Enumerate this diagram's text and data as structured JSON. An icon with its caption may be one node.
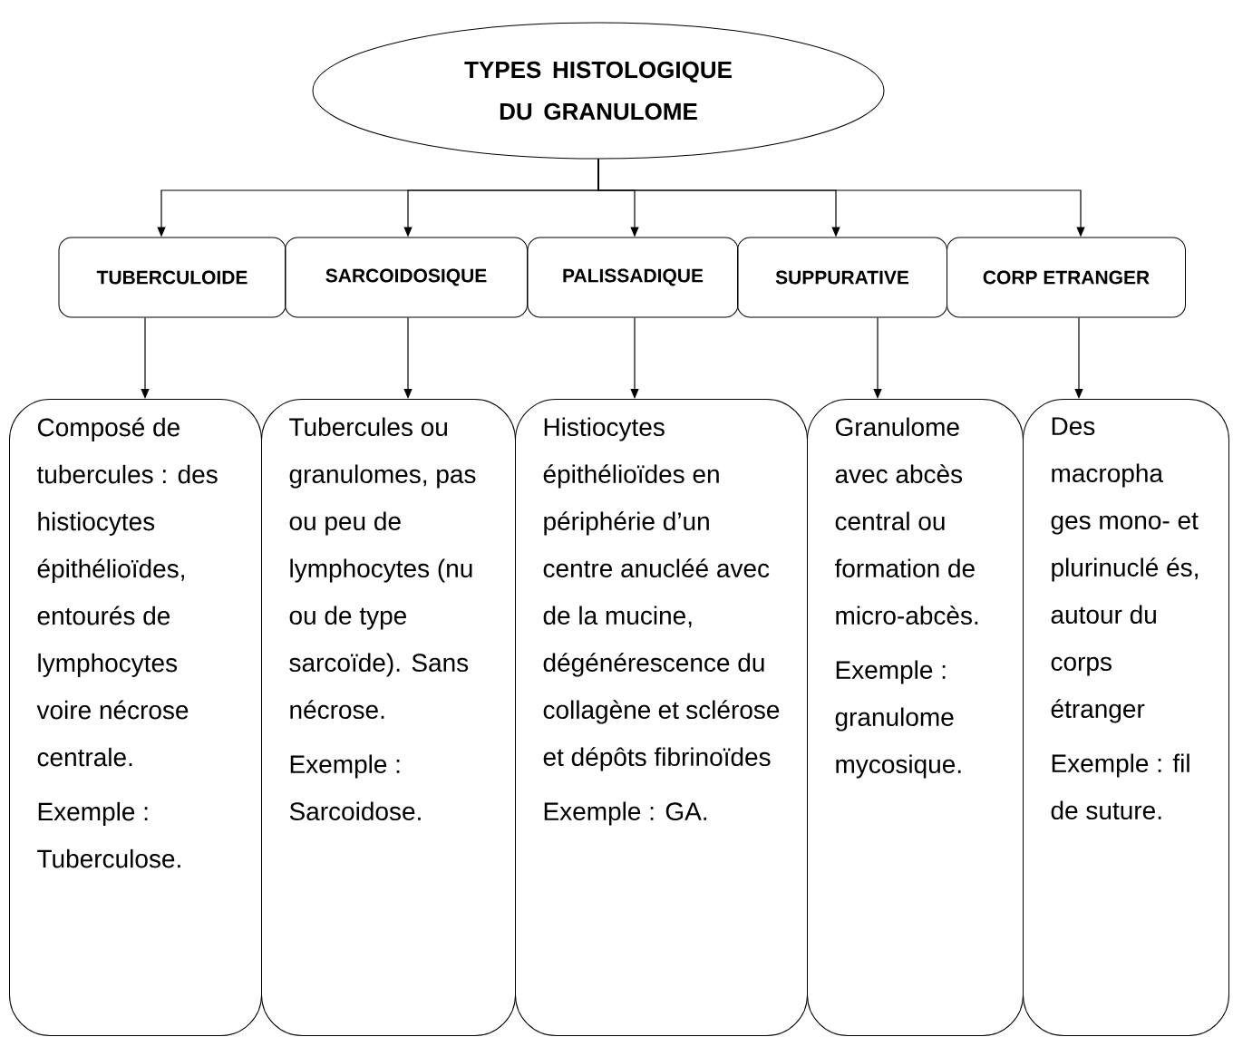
{
  "diagram": {
    "nodes": [
      {
        "text": [
          "TYPES HISTOLOGIQUE DU GRANULOME"
        ]
      },
      {
        "text": [
          "TUBERCULOIDE"
        ]
      },
      {
        "text": [
          "SARCOIDOSIQUE"
        ]
      },
      {
        "text": [
          "PALISSADIQUE"
        ]
      },
      {
        "text": [
          "SUPPURATIVE"
        ]
      },
      {
        "text": [
          "CORP ETRANGER"
        ]
      },
      {
        "text": [
          "Composé de tubercules : des histiocytes épithélioïdes, entourés de lymphocytes voire nécrose centrale.",
          "Exemple : Tuberculose."
        ]
      },
      {
        "text": [
          "Tubercules ou granulomes, pas ou peu de lymphocytes (nu ou de type sarcoïde). Sans nécrose.",
          "Exemple : Sarcoidose."
        ]
      },
      {
        "text": [
          "Histiocytes épithélioïdes en périphérie d’un centre anucléé avec de la mucine, dégénérescence du collagène et sclérose et dépôts fibrinoïdes",
          "Exemple : GA."
        ]
      },
      {
        "text": [
          "Granulome avec abcès central ou formation de micro-abcès.",
          "Exemple : granulome mycosique."
        ]
      },
      {
        "text": [
          "Des macropha ges mono- et plurinuclé és, autour du corps étranger",
          "Exemple : fil de suture."
        ]
      }
    ],
    "edges": [
      {
        "from": 0,
        "to": 1,
        "arrow": "to"
      },
      {
        "from": 0,
        "to": 2,
        "arrow": "to"
      },
      {
        "from": 0,
        "to": 3,
        "arrow": "to"
      },
      {
        "from": 0,
        "to": 4,
        "arrow": "to"
      },
      {
        "from": 0,
        "to": 5,
        "arrow": "to"
      },
      {
        "from": 1,
        "to": 6,
        "arrow": "to"
      },
      {
        "from": 2,
        "to": 7,
        "arrow": "to"
      },
      {
        "from": 3,
        "to": 8,
        "arrow": "to"
      },
      {
        "from": 4,
        "to": 9,
        "arrow": "to"
      },
      {
        "from": 5,
        "to": 10,
        "arrow": "to"
      }
    ]
  }
}
